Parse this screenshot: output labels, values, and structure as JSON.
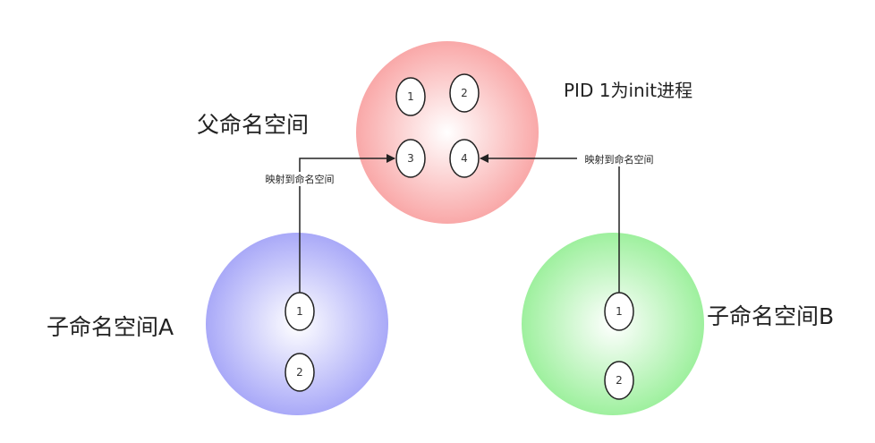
{
  "labels": {
    "parent_namespace": "父命名空间",
    "child_a": "子命名空间A",
    "child_b": "子命名空间B",
    "pid_note": "PID 1为init进程",
    "map_label_left": "映射到命名空间",
    "map_label_right": "映射到命名空间"
  },
  "parent": {
    "processes": [
      "1",
      "2",
      "3",
      "4"
    ]
  },
  "child_a": {
    "processes": [
      "1",
      "2"
    ]
  },
  "child_b": {
    "processes": [
      "1",
      "2"
    ]
  },
  "colors": {
    "parent": "#f9a8a8",
    "child_a": "#a9a9f8",
    "child_b": "#9ef09e",
    "line": "#222222"
  }
}
